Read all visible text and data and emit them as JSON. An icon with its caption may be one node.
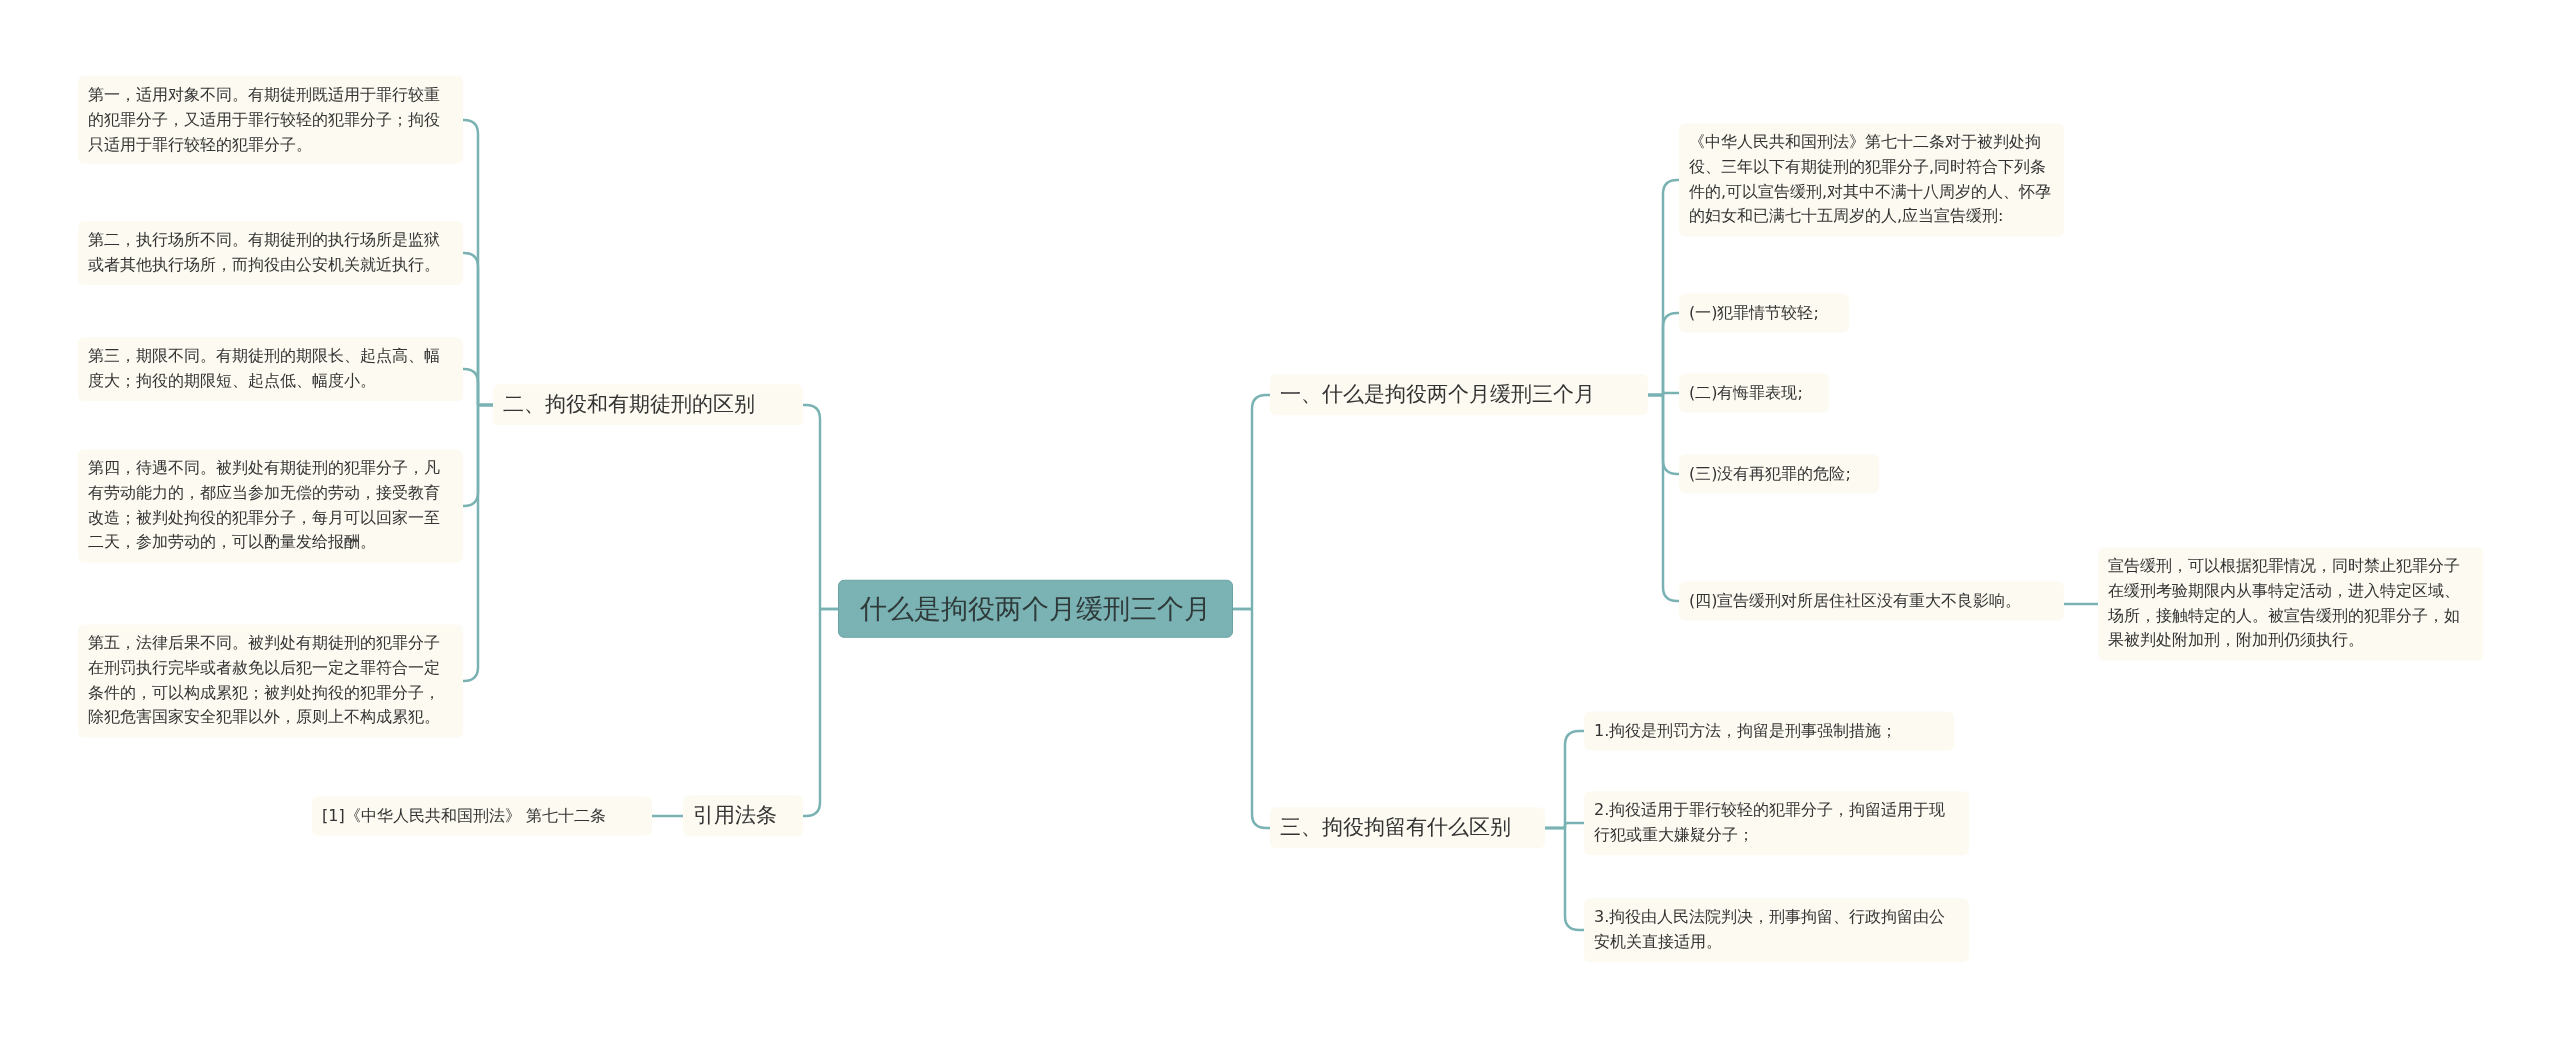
{
  "diagram": {
    "nodes": [
      {
        "text": [
          "什么是拘役两个月缓刑三个月"
        ]
      },
      {
        "text": [
          "一、什么是拘役两个月缓刑三个月"
        ]
      },
      {
        "text": [
          "《中华人民共和国刑法》第七十二条对于被判处拘役、三年以下有期徒刑的犯罪分子,同时符合下列条件的,可以宣告缓刑,对其中不满十八周岁的人、怀孕的妇女和已满七十五周岁的人,应当宣告缓刑:"
        ]
      },
      {
        "text": [
          "(一)犯罪情节较轻;"
        ]
      },
      {
        "text": [
          "(二)有悔罪表现;"
        ]
      },
      {
        "text": [
          "(三)没有再犯罪的危险;"
        ]
      },
      {
        "text": [
          "(四)宣告缓刑对所居住社区没有重大不良影响。"
        ]
      },
      {
        "text": [
          "宣告缓刑，可以根据犯罪情况，同时禁止犯罪分子在缓刑考验期限内从事特定活动，进入特定区域、场所，接触特定的人。被宣告缓刑的犯罪分子，如果被判处附加刑，附加刑仍须执行。"
        ]
      },
      {
        "text": [
          "三、拘役拘留有什么区别"
        ]
      },
      {
        "text": [
          "1.拘役是刑罚方法，拘留是刑事强制措施；"
        ]
      },
      {
        "text": [
          "2.拘役适用于罪行较轻的犯罪分子，拘留适用于现行犯或重大嫌疑分子；"
        ]
      },
      {
        "text": [
          "3.拘役由人民法院判决，刑事拘留、行政拘留由公安机关直接适用。"
        ]
      },
      {
        "text": [
          "二、拘役和有期徒刑的区别"
        ]
      },
      {
        "text": [
          "第一，适用对象不同。有期徒刑既适用于罪行较重的犯罪分子，又适用于罪行较轻的犯罪分子；拘役只适用于罪行较轻的犯罪分子。"
        ]
      },
      {
        "text": [
          "第二，执行场所不同。有期徒刑的执行场所是监狱或者其他执行场所，而拘役由公安机关就近执行。"
        ]
      },
      {
        "text": [
          "第三，期限不同。有期徒刑的期限长、起点高、幅度大；拘役的期限短、起点低、幅度小。"
        ]
      },
      {
        "text": [
          "第四，待遇不同。被判处有期徒刑的犯罪分子，凡有劳动能力的，都应当参加无偿的劳动，接受教育改造；被判处拘役的犯罪分子，每月可以回家一至二天，参加劳动的，可以酌量发给报酬。"
        ]
      },
      {
        "text": [
          "第五，法律后果不同。被判处有期徒刑的犯罪分子在刑罚执行完毕或者赦免以后犯一定之罪符合一定条件的，可以构成累犯；被判处拘役的犯罪分子，除犯危害国家安全犯罪以外，原则上不构成累犯。"
        ]
      },
      {
        "text": [
          "引用法条"
        ]
      },
      {
        "text": [
          "[1]《中华人民共和国刑法》 第七十二条"
        ]
      }
    ],
    "edges": [
      {
        "from": 0,
        "to": 1,
        "arrow": "none"
      },
      {
        "from": 1,
        "to": 2,
        "arrow": "none"
      },
      {
        "from": 1,
        "to": 3,
        "arrow": "none"
      },
      {
        "from": 1,
        "to": 4,
        "arrow": "none"
      },
      {
        "from": 1,
        "to": 5,
        "arrow": "none"
      },
      {
        "from": 1,
        "to": 6,
        "arrow": "none"
      },
      {
        "from": 6,
        "to": 7,
        "arrow": "none"
      },
      {
        "from": 0,
        "to": 8,
        "arrow": "none"
      },
      {
        "from": 8,
        "to": 9,
        "arrow": "none"
      },
      {
        "from": 8,
        "to": 10,
        "arrow": "none"
      },
      {
        "from": 8,
        "to": 11,
        "arrow": "none"
      },
      {
        "from": 0,
        "to": 12,
        "arrow": "none"
      },
      {
        "from": 12,
        "to": 13,
        "arrow": "none"
      },
      {
        "from": 12,
        "to": 14,
        "arrow": "none"
      },
      {
        "from": 12,
        "to": 15,
        "arrow": "none"
      },
      {
        "from": 12,
        "to": 16,
        "arrow": "none"
      },
      {
        "from": 12,
        "to": 17,
        "arrow": "none"
      },
      {
        "from": 0,
        "to": 18,
        "arrow": "none"
      },
      {
        "from": 18,
        "to": 19,
        "arrow": "none"
      }
    ]
  }
}
